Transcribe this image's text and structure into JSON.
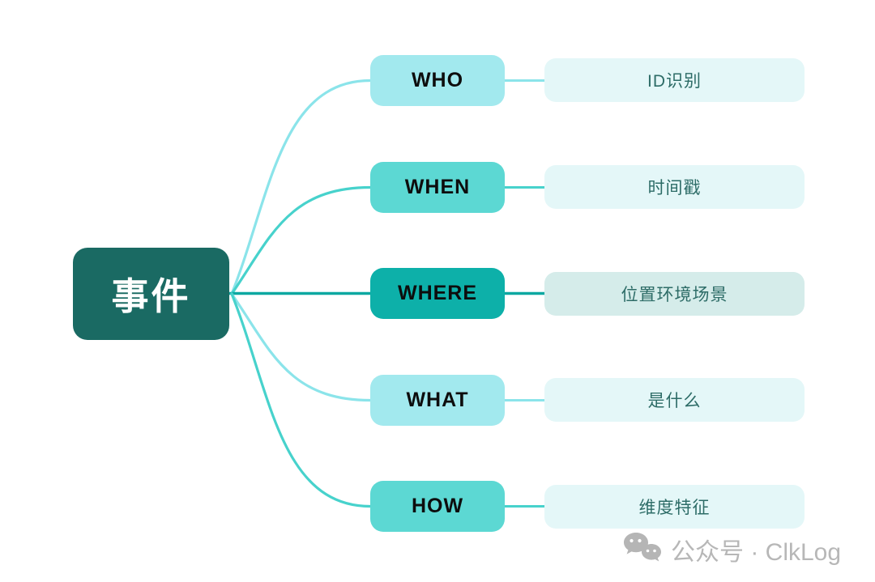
{
  "root": {
    "label": "事件",
    "color": "#1a6a63",
    "text_color": "#ffffff"
  },
  "branches": [
    {
      "label": "WHO",
      "leaf": "ID识别",
      "node_color": "#a2e9ee",
      "leaf_color": "#e4f7f8",
      "line_color": "#8be4ea",
      "leaf_text_color": "#2d6c67"
    },
    {
      "label": "WHEN",
      "leaf": "时间戳",
      "node_color": "#5cd8d3",
      "leaf_color": "#e4f7f8",
      "line_color": "#47d2cc",
      "leaf_text_color": "#2d6c67"
    },
    {
      "label": "WHERE",
      "leaf": "位置环境场景",
      "node_color": "#0db0a9",
      "leaf_color": "#d5ecea",
      "line_color": "#0ba8a1",
      "leaf_text_color": "#2d6c67"
    },
    {
      "label": "WHAT",
      "leaf": "是什么",
      "node_color": "#a2e9ee",
      "leaf_color": "#e4f7f8",
      "line_color": "#8be4ea",
      "leaf_text_color": "#2d6c67"
    },
    {
      "label": "HOW",
      "leaf": "维度特征",
      "node_color": "#5cd8d3",
      "leaf_color": "#e4f7f8",
      "line_color": "#47d2cc",
      "leaf_text_color": "#2d6c67"
    }
  ],
  "watermark": {
    "icon": "wechat-icon",
    "text": "公众号 · ClkLog",
    "text_color": "#b7b7b7",
    "icon_color": "#b5b5b5"
  }
}
